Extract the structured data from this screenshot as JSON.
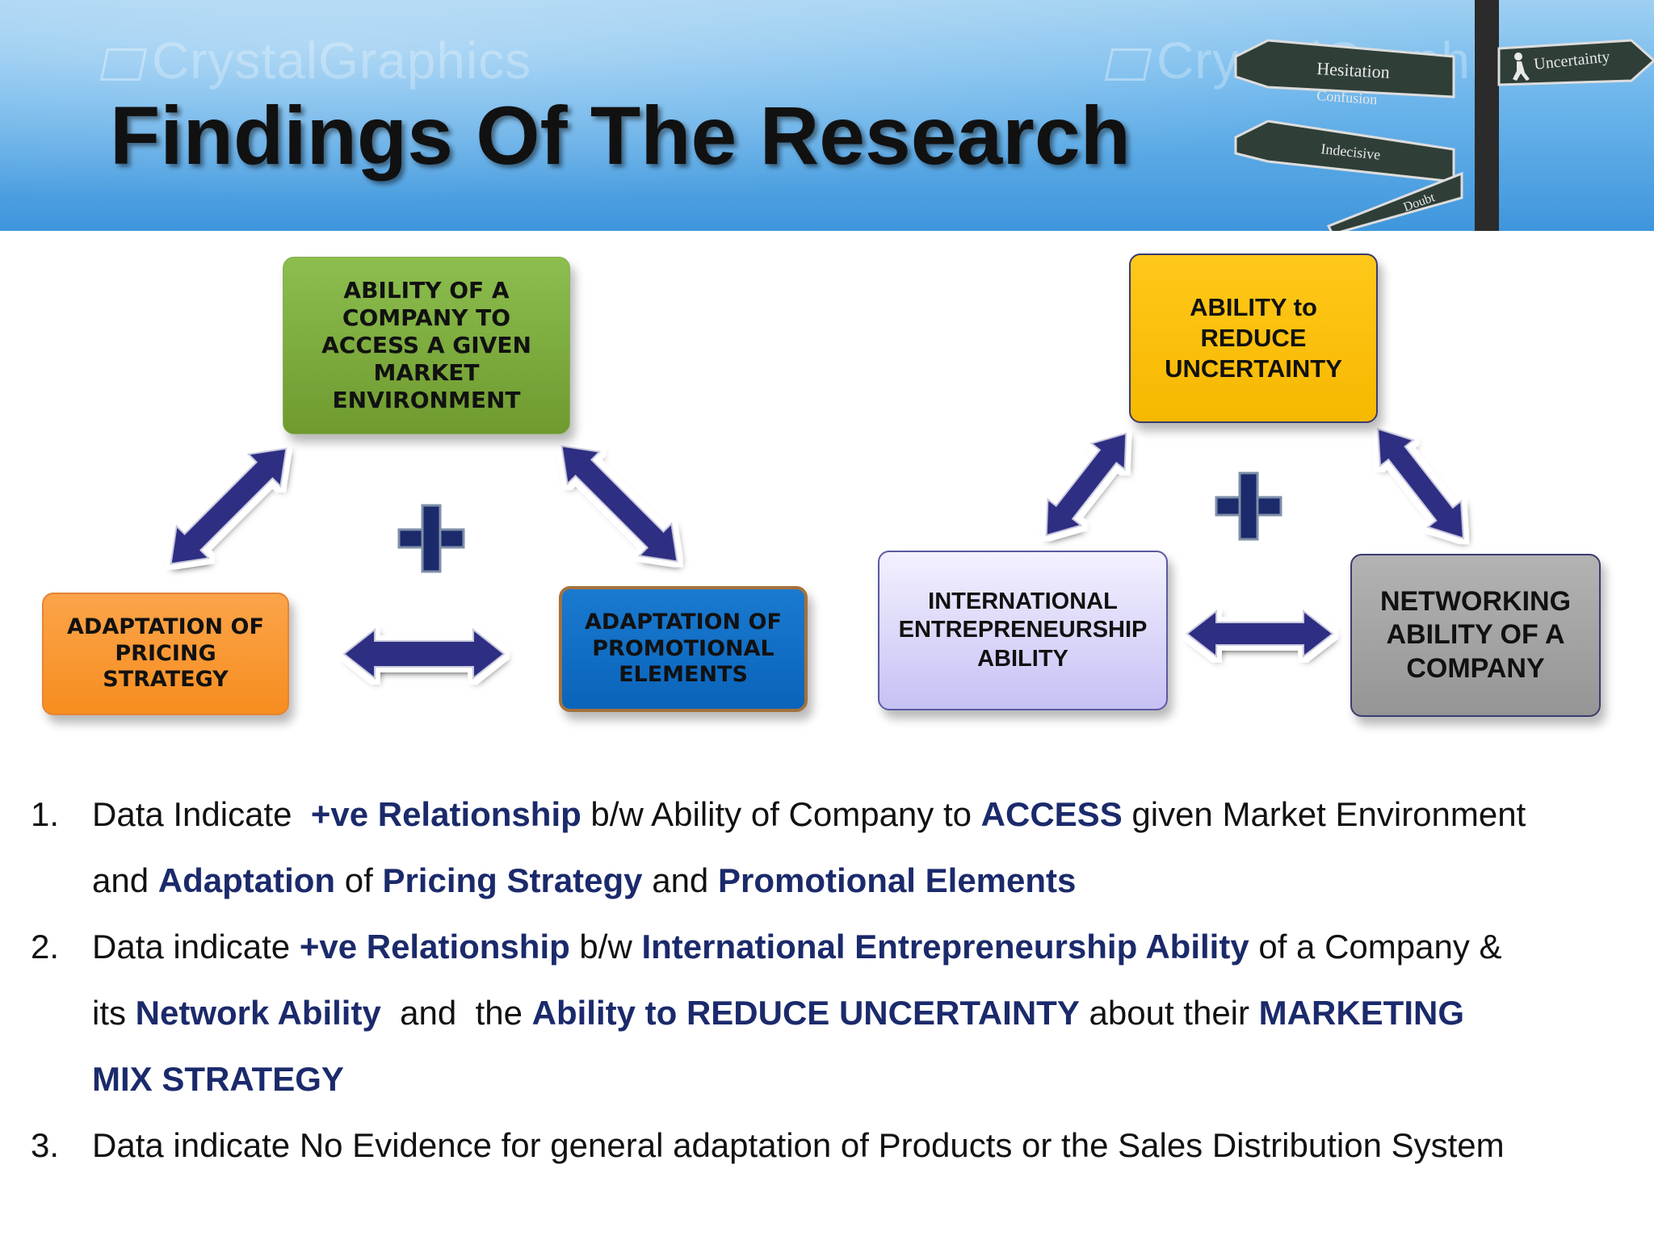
{
  "header": {
    "title": "Findings Of The Research",
    "watermark": "CrystalGraphics",
    "signpost_signs": [
      "Hesitation",
      "Confusion",
      "Indecisive",
      "Doubt",
      "Uncertainty"
    ]
  },
  "diagram_left": {
    "top": "ABILITY OF A COMPANY TO ACCESS A GIVEN MARKET ENVIRONMENT",
    "left": "ADAPTATION OF PRICING STRATEGY",
    "right": "ADAPTATION OF PROMOTIONAL ELEMENTS",
    "plus": "+"
  },
  "diagram_right": {
    "top": "ABILITY to REDUCE UNCERTAINTY",
    "left": "INTERNATIONAL ENTREPRENEURSHIP ABILITY",
    "right": "NETWORKING ABILITY OF A COMPANY",
    "plus": "+"
  },
  "colors": {
    "green": "#7aa83a",
    "orange": "#f7901e",
    "blue": "#0a6ac2",
    "yellow": "#fdbf00",
    "lilac": "#d6d2f7",
    "gray": "#a3a3a3",
    "arrow": "#2d2f83",
    "plus": "#1b2a6b",
    "highlight": "#1b2a6b"
  },
  "findings": [
    {
      "number": "1.",
      "segments": [
        {
          "text": "Data Indicate  ",
          "bold": false
        },
        {
          "text": "+ve Relationship",
          "bold": true
        },
        {
          "text": " b/w Ability of Company to ",
          "bold": false
        },
        {
          "text": "ACCESS",
          "bold": true
        },
        {
          "text": " given Market Environment",
          "bold": false
        },
        {
          "text": "and ",
          "bold": false,
          "break_before": true
        },
        {
          "text": "Adaptation",
          "bold": true
        },
        {
          "text": " of ",
          "bold": false
        },
        {
          "text": "Pricing Strategy",
          "bold": true
        },
        {
          "text": " and ",
          "bold": false
        },
        {
          "text": "Promotional Elements",
          "bold": true
        }
      ]
    },
    {
      "number": "2.",
      "segments": [
        {
          "text": "Data indicate ",
          "bold": false
        },
        {
          "text": "+ve Relationship",
          "bold": true
        },
        {
          "text": " b/w ",
          "bold": false
        },
        {
          "text": "International Entrepreneurship Ability",
          "bold": true
        },
        {
          "text": " of a Company &",
          "bold": false
        },
        {
          "text": "its ",
          "bold": false,
          "break_before": true
        },
        {
          "text": "Network Ability",
          "bold": true
        },
        {
          "text": "  and  the ",
          "bold": false
        },
        {
          "text": "Ability to REDUCE UNCERTAINTY",
          "bold": true
        },
        {
          "text": " about their ",
          "bold": false
        },
        {
          "text": "MARKETING",
          "bold": true
        },
        {
          "text": "MIX STRATEGY",
          "bold": true,
          "break_before": true
        }
      ]
    },
    {
      "number": "3.",
      "segments": [
        {
          "text": "Data indicate No Evidence for general adaptation of Products or the Sales Distribution System",
          "bold": false
        }
      ]
    }
  ]
}
